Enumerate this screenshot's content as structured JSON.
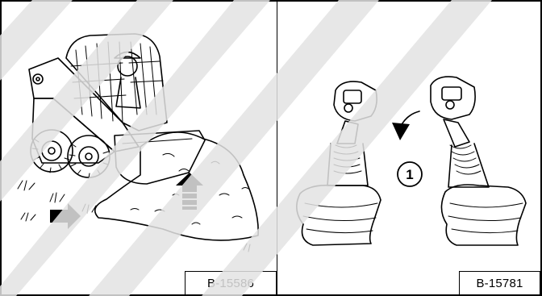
{
  "figures": [
    {
      "ref": "B-15586"
    },
    {
      "ref": "B-15781",
      "callout": "1"
    }
  ],
  "colors": {
    "border": "#000000",
    "watermark": "#e3e3e3",
    "background": "#ffffff"
  },
  "icons": [
    "skid-steer-loader-illustration",
    "forward-arrow-icon",
    "up-arrow-icon",
    "joystick-left-illustration",
    "joystick-right-illustration",
    "tilt-arrow-icon"
  ]
}
